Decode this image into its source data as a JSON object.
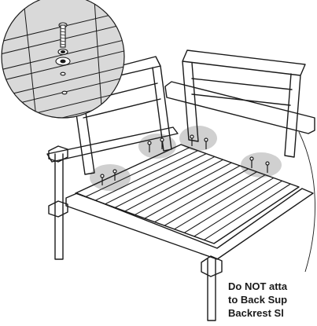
{
  "colors": {
    "line": "#1a1a1a",
    "highlight": "#c8c8c8",
    "background": "#ffffff"
  },
  "figure": {
    "subject": "outdoor chair frame with seat slats and backrest panels",
    "zoom_inset": {
      "shows": [
        "bolt",
        "lock-washer",
        "flat-washer",
        "hole"
      ]
    }
  },
  "callout": {
    "lines": [
      "Do NOT atta",
      "to Back Sup",
      "Backrest Sl"
    ]
  }
}
